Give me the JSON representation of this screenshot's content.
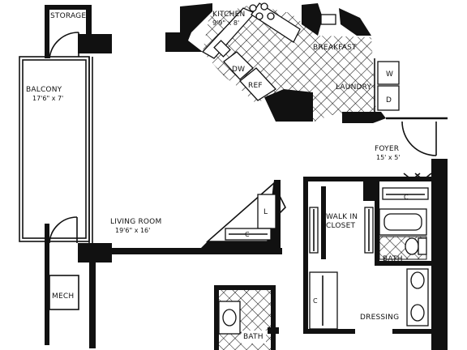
{
  "floorplan": {
    "rooms": {
      "storage": {
        "name": "STORAGE"
      },
      "kitchen": {
        "name": "KITCHEN",
        "size": "9'9\" x 8'"
      },
      "breakfast": {
        "name": "BREAKFAST"
      },
      "laundry": {
        "name": "LAUNDRY"
      },
      "balcony": {
        "name": "BALCONY",
        "size": "17'6\" x 7'"
      },
      "foyer": {
        "name": "FOYER",
        "size": "15' x 5'"
      },
      "living_room": {
        "name": "LIVING ROOM",
        "size": "19'6\" x 16'"
      },
      "walk_in_closet": {
        "name_line1": "WALK IN",
        "name_line2": "CLOSET"
      },
      "bath_master": {
        "name": "BATH"
      },
      "dressing": {
        "name": "DRESSING"
      },
      "mech": {
        "name": "MECH"
      },
      "bath_lower": {
        "name": "BATH"
      }
    },
    "fixtures": {
      "dishwasher": "DW",
      "refrigerator": "REF",
      "washer": "W",
      "dryer": "D",
      "closet_foyer": "C",
      "closet_living": "C",
      "closet_linen": "L",
      "closet_dressing": "C"
    }
  }
}
